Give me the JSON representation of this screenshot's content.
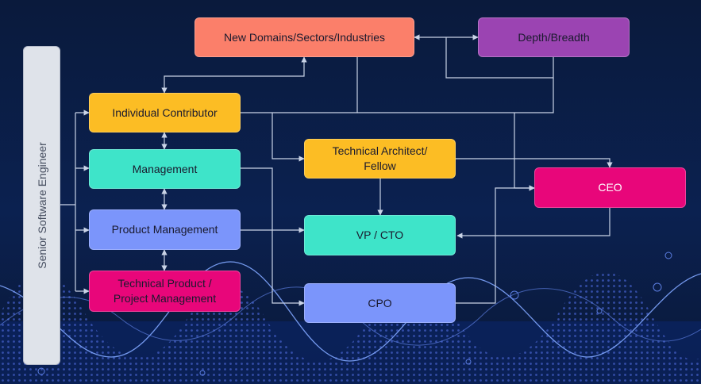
{
  "diagram": {
    "side_label": "Senior Software Engineer",
    "nodes": {
      "new_domains": "New Domains/Sectors/Industries",
      "depth_breadth": "Depth/Breadth",
      "individual_contributor": "Individual Contributor",
      "management": "Management",
      "product_management": "Product Management",
      "technical_product": "Technical Product /\nProject Management",
      "technical_architect": "Technical Architect/\nFellow",
      "vp_cto": "VP / CTO",
      "cpo": "CPO",
      "ceo": "CEO"
    }
  },
  "colors": {
    "background": "#0b1d46",
    "connector": "#c9d3e6",
    "salmon": "#fb7f6a",
    "purple": "#9b44b2",
    "yellow": "#fcbd24",
    "teal": "#3ee4c9",
    "blue": "#7b95fb",
    "pink": "#e8067a"
  }
}
